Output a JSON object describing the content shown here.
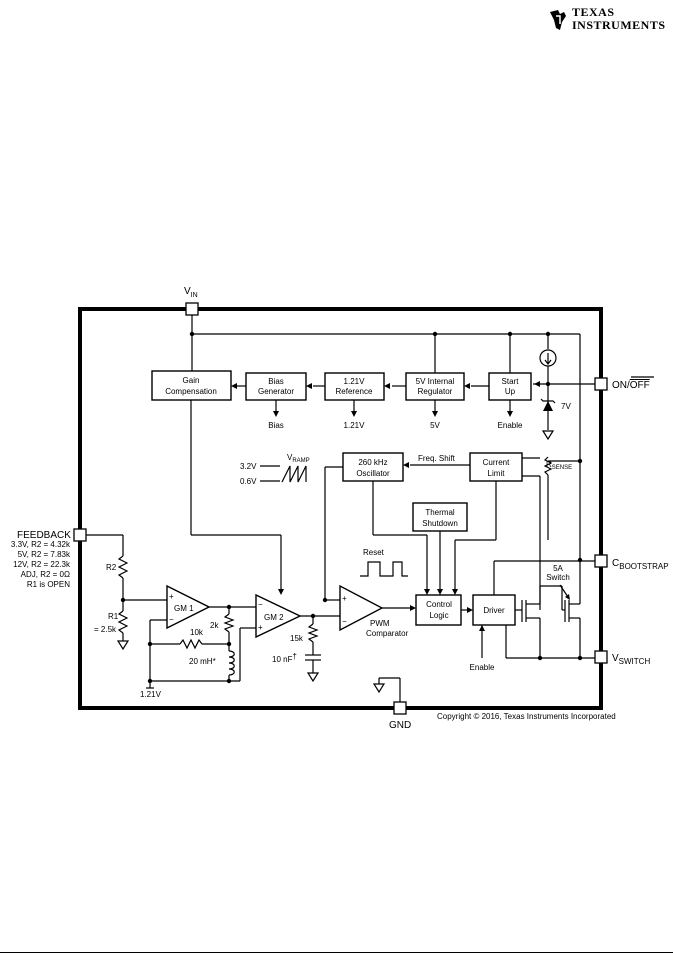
{
  "header": {
    "brand_line1": "Texas",
    "brand_line2": "Instruments",
    "logo_icon": "ti-logo-icon"
  },
  "pins": {
    "vin": "V",
    "vin_sub": "IN",
    "on_off": "ON/",
    "on_off_bar": "OFF",
    "feedback": "FEEDBACK",
    "cbootstrap": "C",
    "cbootstrap_sub": "BOOTSTRAP",
    "vswitch": "V",
    "vswitch_sub": "SWITCH",
    "gnd": "GND"
  },
  "blocks": {
    "gain_comp_1": "Gain",
    "gain_comp_2": "Compensation",
    "bias_gen_1": "Bias",
    "bias_gen_2": "Generator",
    "ref_1": "1.21V",
    "ref_2": "Reference",
    "reg_1": "5V Internal",
    "reg_2": "Regulator",
    "startup_1": "Start",
    "startup_2": "Up",
    "osc_1": "260 kHz",
    "osc_2": "Oscillator",
    "curlim_1": "Current",
    "curlim_2": "Limit",
    "thermal_1": "Thermal",
    "thermal_2": "Shutdown",
    "control_1": "Control",
    "control_2": "Logic",
    "driver": "Driver",
    "gm1": "GM 1",
    "gm2": "GM 2"
  },
  "labels": {
    "bias_out": "Bias",
    "ref_out": "1.21V",
    "reg_out": "5V",
    "enable_top": "Enable",
    "zener": "7V",
    "vramp": "V",
    "vramp_sub": "RAMP",
    "ramp_high": "3.2V",
    "ramp_low": "0.6V",
    "freq_shift": "Freq. Shift",
    "rsense": "R",
    "rsense_sub": "SENSE",
    "reset": "Reset",
    "switch_1": "5A",
    "switch_2": "Switch",
    "pwm_1": "PWM",
    "pwm_2": "Comparator",
    "enable_bottom": "Enable",
    "r2": "R2",
    "r1_1": "R1",
    "r1_2": "= 2.5k",
    "r_2k": "2k",
    "r_10k": "10k",
    "inductor": "20 mH*",
    "r_15k": "15k",
    "cap": "10 nF",
    "cap_mark": "†",
    "ref_bottom": "1.21V",
    "opt_1": "3.3V, R2 = 4.32k",
    "opt_2": "5V, R2 = 7.83k",
    "opt_3": "12V, R2 = 22.3k",
    "opt_4": "ADJ, R2 = 0Ω",
    "opt_5": "R1 is OPEN",
    "copyright": "Copyright © 2016, Texas Instruments Incorporated"
  }
}
